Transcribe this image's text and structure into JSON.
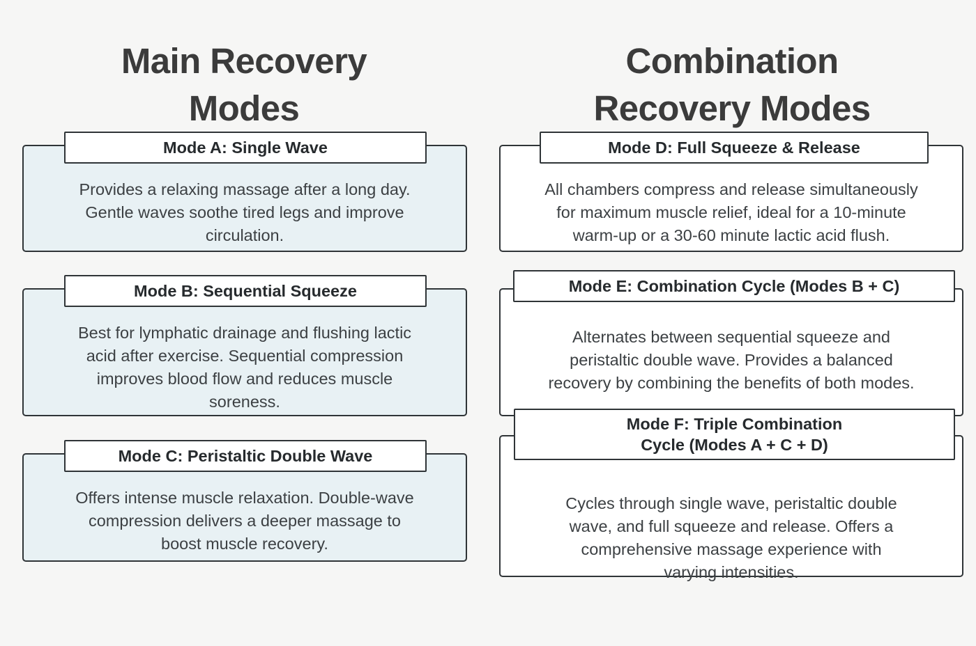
{
  "page": {
    "background_color": "#f6f6f5",
    "text_color": "#3c4043",
    "border_color": "#2f3437",
    "tinted_card_color": "#e8f1f4",
    "plain_card_color": "#ffffff"
  },
  "columns": [
    {
      "id": "main-recovery-modes",
      "title": "Main Recovery\nModes",
      "cards": [
        {
          "id": "mode-a",
          "title": "Mode A: Single Wave",
          "description": "Provides a relaxing massage after a long day.\nGentle waves soothe tired legs and improve\ncirculation."
        },
        {
          "id": "mode-b",
          "title": "Mode B: Sequential Squeeze",
          "description": "Best for lymphatic drainage and flushing lactic\nacid after exercise. Sequential compression\nimproves blood flow and reduces muscle\nsoreness."
        },
        {
          "id": "mode-c",
          "title": "Mode C: Peristaltic Double Wave",
          "description": "Offers intense muscle relaxation. Double-wave\ncompression delivers a deeper massage to\nboost muscle recovery."
        }
      ]
    },
    {
      "id": "combination-recovery-modes",
      "title": "Combination\nRecovery Modes",
      "cards": [
        {
          "id": "mode-d",
          "title": "Mode D: Full Squeeze & Release",
          "description": "All chambers compress and release simultaneously\nfor maximum muscle relief, ideal for a 10-minute\nwarm-up or a 30-60 minute lactic acid flush."
        },
        {
          "id": "mode-e",
          "title": "Mode E: Combination Cycle (Modes B + C)",
          "description": "Alternates between sequential squeeze and\nperistaltic double wave. Provides a balanced\nrecovery by combining the benefits of both modes."
        },
        {
          "id": "mode-f",
          "title": "Mode F: Triple Combination\nCycle (Modes A + C + D)",
          "description": "Cycles through single wave, peristaltic double\nwave, and full squeeze and release. Offers a\ncomprehensive massage experience with\nvarying intensities."
        }
      ]
    }
  ]
}
